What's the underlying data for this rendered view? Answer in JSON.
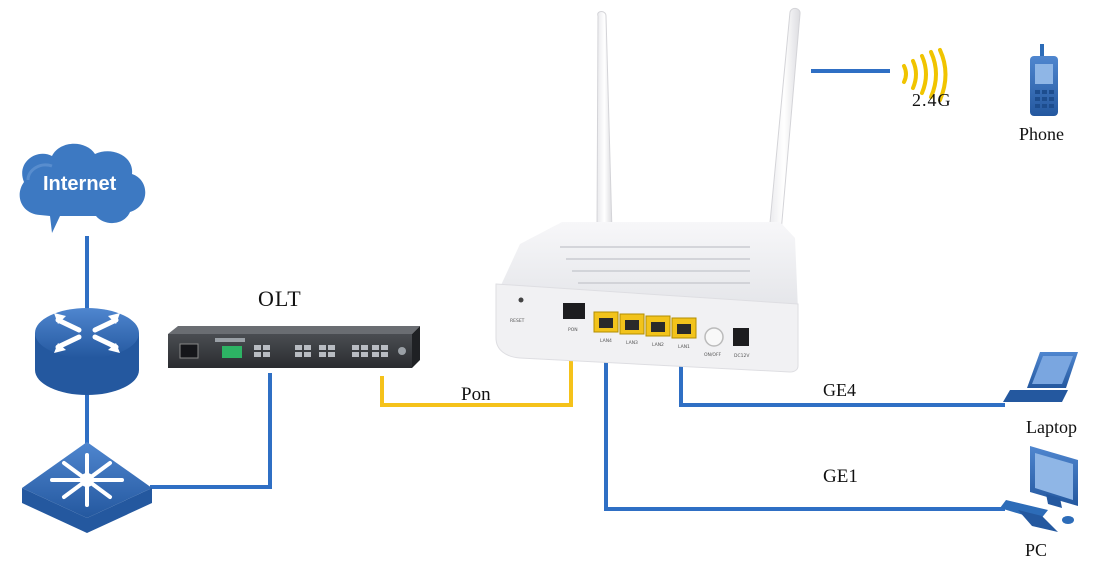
{
  "labels": {
    "internet": "Internet",
    "olt": "OLT",
    "pon": "Pon",
    "ge4": "GE4",
    "ge1": "GE1",
    "band": "2.4G",
    "phone": "Phone",
    "laptop": "Laptop",
    "pc": "PC"
  },
  "router_ports": {
    "pon": "PON",
    "lan4": "LAN4",
    "lan3": "LAN3",
    "lan2": "LAN2",
    "lan1": "LAN1",
    "power_switch": "ON/OFF",
    "dc": "DC12V",
    "reset": "RESET"
  },
  "colors": {
    "ethernet_link": "#2f6fc4",
    "pon_link": "#f5c21a",
    "wifi_waves": "#f0c400",
    "device_blue": "#2d6cb8"
  }
}
